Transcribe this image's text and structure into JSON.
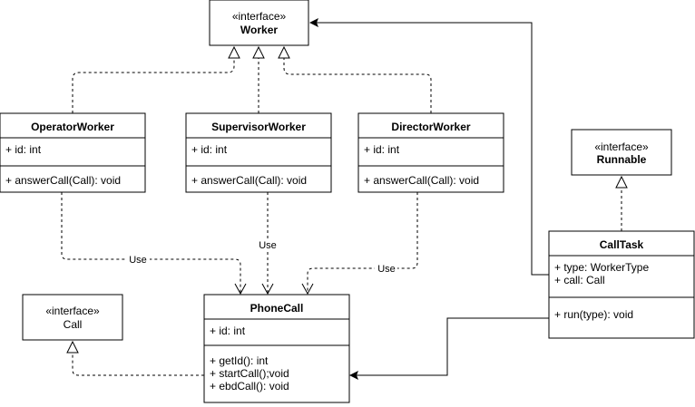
{
  "worker": {
    "stereotype": "«interface»",
    "name": "Worker"
  },
  "operator": {
    "name": "OperatorWorker",
    "attr": "+ id: int",
    "method": "+ answerCall(Call): void"
  },
  "supervisor": {
    "name": "SupervisorWorker",
    "attr": "+ id: int",
    "method": "+ answerCall(Call): void"
  },
  "director": {
    "name": "DirectorWorker",
    "attr": "+ id: int",
    "method": "+ answerCall(Call): void"
  },
  "runnable": {
    "stereotype": "«interface»",
    "name": "Runnable"
  },
  "calltask": {
    "name": "CallTask",
    "attrs": [
      "+ type: WorkerType",
      "+ call: Call"
    ],
    "method": "+ run(type): void"
  },
  "call": {
    "stereotype": "«interface»",
    "name": "Call"
  },
  "phonecall": {
    "name": "PhoneCall",
    "attr": "+ id: int",
    "methods": [
      "+ getId(): int",
      "+ startCall();void",
      "+ ebdCall(): void"
    ]
  },
  "edges": {
    "use1": "Use",
    "use2": "Use",
    "use3": "Use"
  }
}
